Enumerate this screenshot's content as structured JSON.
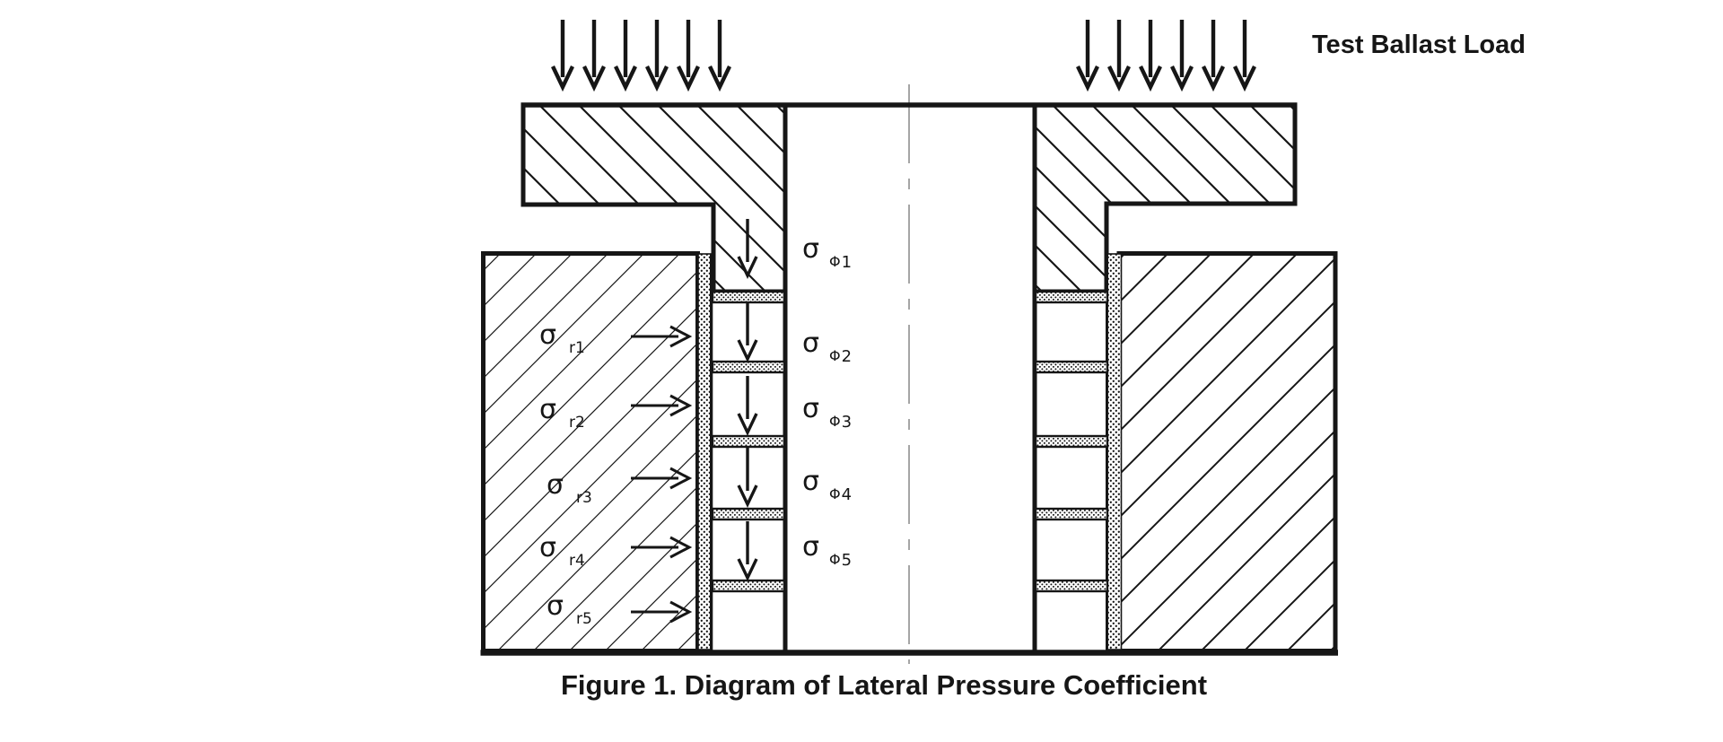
{
  "figure": {
    "load_label": "Test Ballast Load",
    "caption": "Figure 1. Diagram of Lateral Pressure Coefficient",
    "axial_stress_labels": [
      {
        "sigma": "σ",
        "sub": "Φ",
        "index": "1"
      },
      {
        "sigma": "σ",
        "sub": "Φ",
        "index": "2"
      },
      {
        "sigma": "σ",
        "sub": "Φ",
        "index": "3"
      },
      {
        "sigma": "σ",
        "sub": "Φ",
        "index": "4"
      },
      {
        "sigma": "σ",
        "sub": "Φ",
        "index": "5"
      }
    ],
    "radial_stress_labels": [
      {
        "sigma": "σ",
        "sub": "r1"
      },
      {
        "sigma": "σ",
        "sub": "r2"
      },
      {
        "sigma": "σ",
        "sub": "r3"
      },
      {
        "sigma": "σ",
        "sub": "r4"
      },
      {
        "sigma": "σ",
        "sub": "r5"
      }
    ],
    "colors": {
      "ink": "#161616",
      "centerline": "#8f8f8f",
      "background": "#ffffff"
    }
  }
}
